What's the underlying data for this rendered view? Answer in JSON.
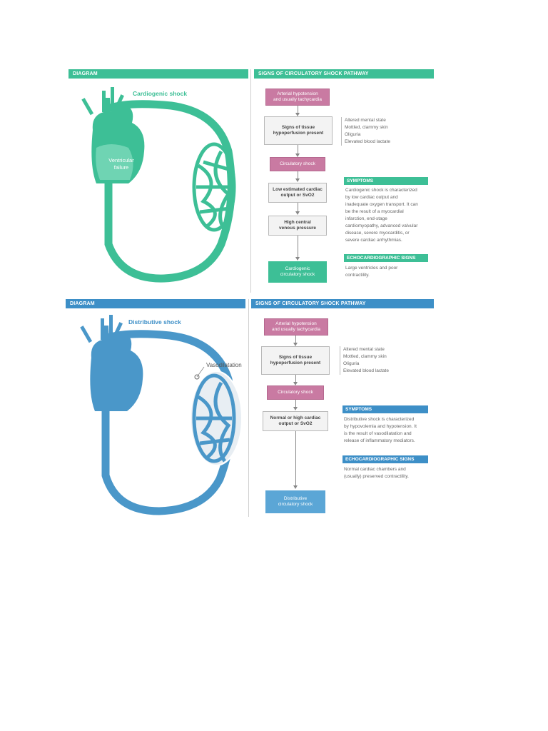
{
  "panel1": {
    "diagram_header": "DIAGRAM",
    "pathway_header": "SIGNS OF CIRCULATORY SHOCK PATHWAY",
    "title": "Cardiogenic shock",
    "heart_label_line1": "Ventricular",
    "heart_label_line2": "failure",
    "step1_line1": "Arterial hypotension",
    "step1_line2": "and usually tachycardia",
    "step2_line1": "Signs of tissue",
    "step2_line2": "hypoperfusion present",
    "signs": [
      "Altered mental state",
      "Mottled, clammy skin",
      "Oliguria",
      "Elevated blood lactate"
    ],
    "step3": "Circulatory shock",
    "step4_line1": "Low estimated cardiac",
    "step4_line2": "output or SvO2",
    "step5_line1": "High central",
    "step5_line2": "venous pressure",
    "final_line1": "Cardiogenic",
    "final_line2": "circulatory shock",
    "symptoms_header": "SYMPTOMS",
    "symptoms_lines": [
      "Cardiogenic shock is characterized",
      "by low cardiac output and",
      "inadequate oxygen transport. It can",
      "be the result of a myocardial",
      "infarction, end-stage",
      "cardiomyopathy, advanced valvular",
      "disease, severe myocarditis, or",
      "severe cardiac arrhythmias."
    ],
    "echo_header": "ECHOCARDIOGRAPHIC SIGNS",
    "echo_lines": [
      "Large ventricles and poor",
      "contractility."
    ],
    "accent": "#3dbf96"
  },
  "panel2": {
    "diagram_header": "DIAGRAM",
    "pathway_header": "SIGNS OF CIRCULATORY SHOCK PATHWAY",
    "title": "Distributive shock",
    "vaso_label": "Vasodilatation",
    "step1_line1": "Arterial hypotension",
    "step1_line2": "and usually tachycardia",
    "step2_line1": "Signs of tissue",
    "step2_line2": "hypoperfusion present",
    "signs": [
      "Altered mental state",
      "Mottled, clammy skin",
      "Oliguria",
      "Elevated blood lactate"
    ],
    "step3": "Circulatory shock",
    "step4_line1": "Normal or high cardiac",
    "step4_line2": "output or SvO2",
    "final_line1": "Distributive",
    "final_line2": "circulatory shock",
    "symptoms_header": "SYMPTOMS",
    "symptoms_lines": [
      "Distributive shock is characterized",
      "by hypovolemia and hypotension. It",
      "is the result of vasodilatation and",
      "release of inflammatory mediators."
    ],
    "echo_header": "ECHOCARDIOGRAPHIC SIGNS",
    "echo_lines": [
      "Normal cardiac chambers and",
      "(usually) preserved contractility."
    ],
    "accent": "#3d8fc7"
  }
}
